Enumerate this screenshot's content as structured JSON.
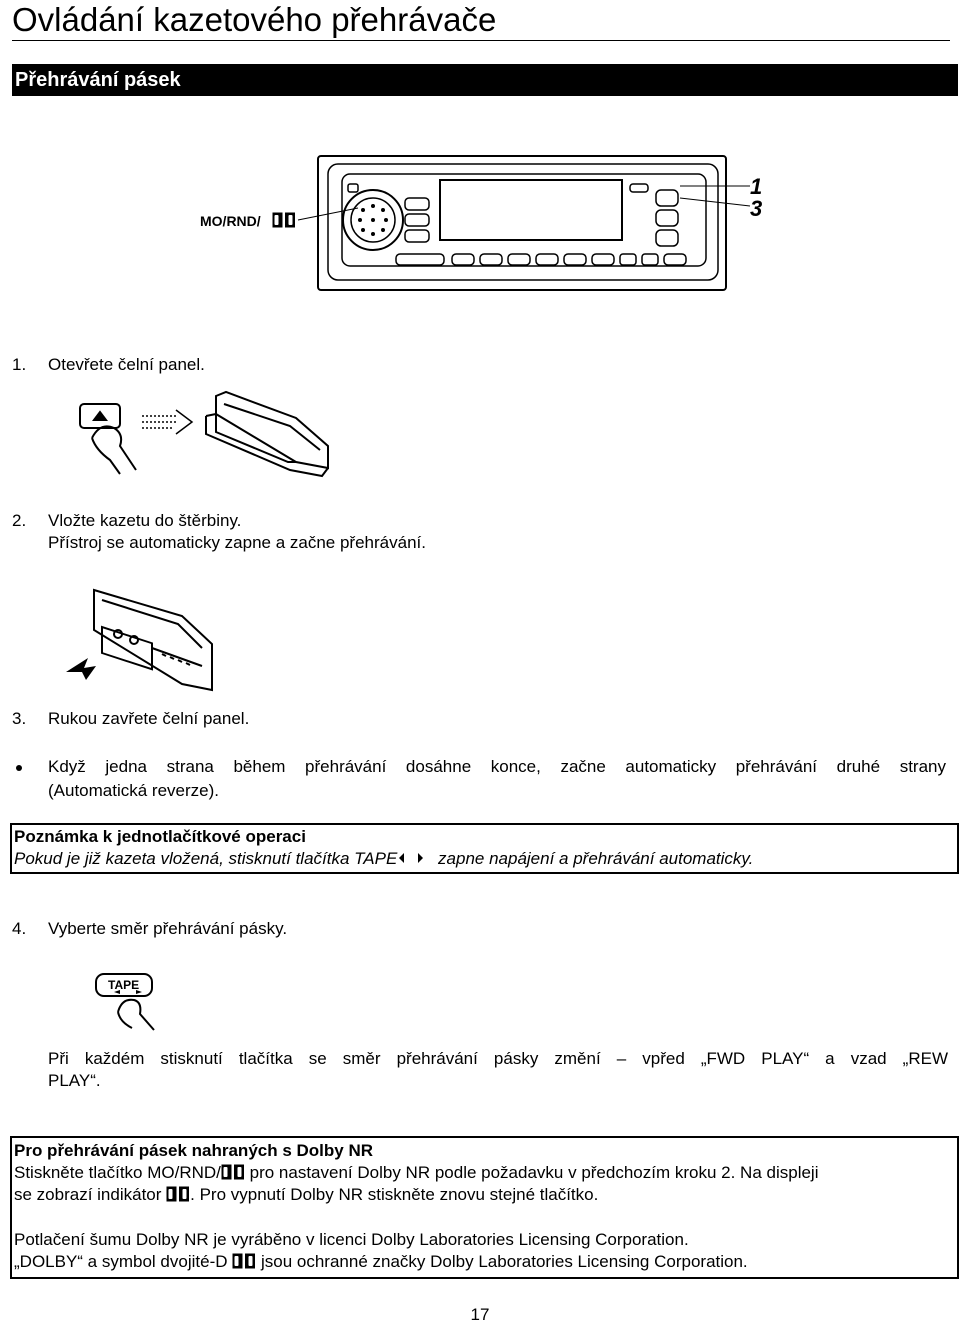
{
  "page": {
    "title": "Ovládání kazetového přehrávače",
    "section": "Přehrávání pásek",
    "page_number": "17"
  },
  "figure1": {
    "label": "MO/RND/",
    "callouts": [
      "1",
      "3"
    ]
  },
  "figure2": {
    "button_label": "TAPE"
  },
  "steps": [
    {
      "num": "1.",
      "lines": [
        "Otevřete čelní panel."
      ]
    },
    {
      "num": "2.",
      "lines": [
        "Vložte kazetu do štěrbiny.",
        "Přístroj se automaticky zapne a začne přehrávání."
      ]
    },
    {
      "num": "3.",
      "lines": [
        "Rukou zavřete čelní panel."
      ]
    },
    {
      "num": "4.",
      "lines": [
        "Vyberte směr přehrávání pásky."
      ]
    }
  ],
  "bullet": {
    "line1": "Když jedna strana během přehrávání dosáhne konce, začne automaticky přehrávání druhé strany",
    "line2": "(Automatická reverze)."
  },
  "note1": {
    "title": "Poznámka k jednotlačítkové operaci",
    "text_before": "Pokud je již kazeta vložená, stisknutí tlačítka TAPE",
    "text_after": "zapne napájení a přehrávání automaticky."
  },
  "step4_detail": {
    "line1": "Při každém stisknutí tlačítka se směr přehrávání pásky změní – vpřed „FWD PLAY“ a vzad „REW",
    "line2": "PLAY“."
  },
  "note2": {
    "title": "Pro přehrávání pásek nahraných s Dolby NR",
    "l1_a": "Stiskněte tlačítko MO/RND/",
    "l1_b": "pro nastavení Dolby NR podle požadavku v předchozím kroku 2. Na displeji",
    "l2_a": "se zobrazí indikátor",
    "l2_b": ". Pro vypnutí Dolby NR stiskněte znovu stejné tlačítko.",
    "l3": "Potlačení šumu Dolby NR je vyráběno v licenci Dolby Laboratories Licensing Corporation.",
    "l4_a": "„DOLBY“ a  symbol dvojité-D",
    "l4_b": "jsou ochranné značky Dolby Laboratories Licensing Corporation."
  }
}
